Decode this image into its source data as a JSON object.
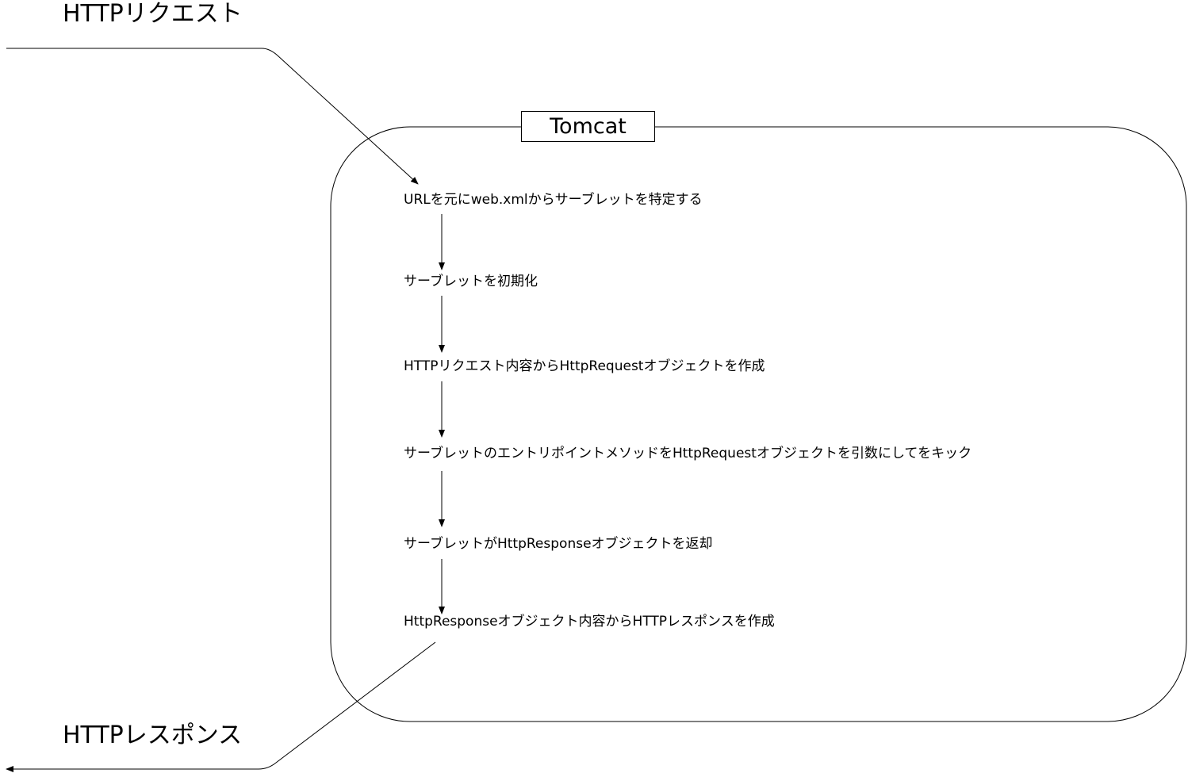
{
  "diagram": {
    "request_label": "HTTPリクエスト",
    "response_label": "HTTPレスポンス",
    "container_label": "Tomcat",
    "steps": [
      "URLを元にweb.xmlからサーブレットを特定する",
      "サーブレットを初期化",
      "HTTPリクエスト内容からHttpRequestオブジェクトを作成",
      "サーブレットのエントリポイントメソッドをHttpRequestオブジェクトを引数にしてをキック",
      "サーブレットがHttpResponseオブジェクトを返却",
      "HttpResponseオブジェクト内容からHTTPレスポンスを作成"
    ],
    "colors": {
      "line": "#000000",
      "background": "#ffffff"
    }
  }
}
